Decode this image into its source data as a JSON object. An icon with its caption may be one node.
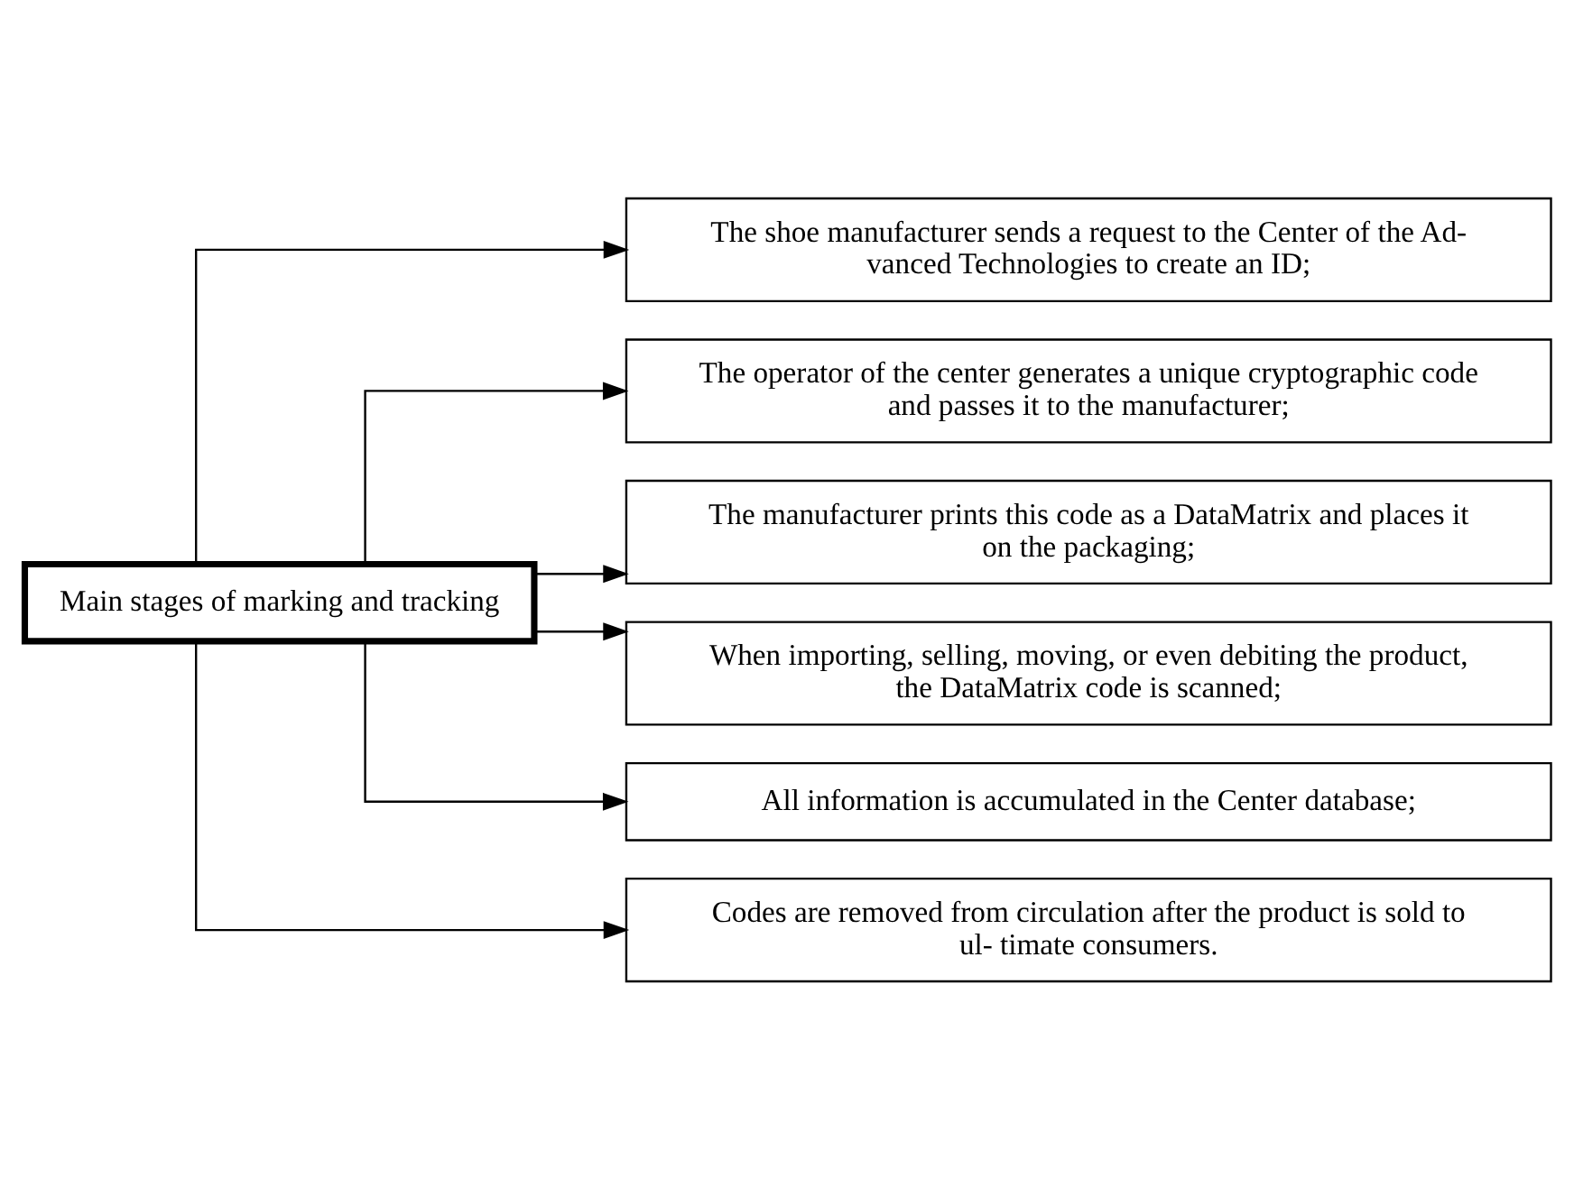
{
  "diagram": {
    "nodes": [
      {
        "text": [
          "Main stages of marking and tracking"
        ]
      },
      {
        "text": [
          "The shoe manufacturer sends a request to the Center of the Ad- vanced Technologies to create an ID;"
        ]
      },
      {
        "text": [
          "The operator of the center generates a unique cryptographic code and passes it to the manufacturer;"
        ]
      },
      {
        "text": [
          "The manufacturer prints this code as a DataMatrix and places it on the packaging;"
        ]
      },
      {
        "text": [
          "When importing, selling, moving, or even debiting the product, the DataMatrix code is scanned;"
        ]
      },
      {
        "text": [
          "All information is accumulated in the Center database;"
        ]
      },
      {
        "text": [
          "Codes are removed from circulation after the product is sold to ul- timate consumers."
        ]
      }
    ],
    "edges": [
      {
        "from": 0,
        "to": 1,
        "arrow": "to"
      },
      {
        "from": 0,
        "to": 2,
        "arrow": "to"
      },
      {
        "from": 0,
        "to": 3,
        "arrow": "to"
      },
      {
        "from": 0,
        "to": 4,
        "arrow": "to"
      },
      {
        "from": 0,
        "to": 5,
        "arrow": "to"
      },
      {
        "from": 0,
        "to": 6,
        "arrow": "to"
      }
    ]
  }
}
